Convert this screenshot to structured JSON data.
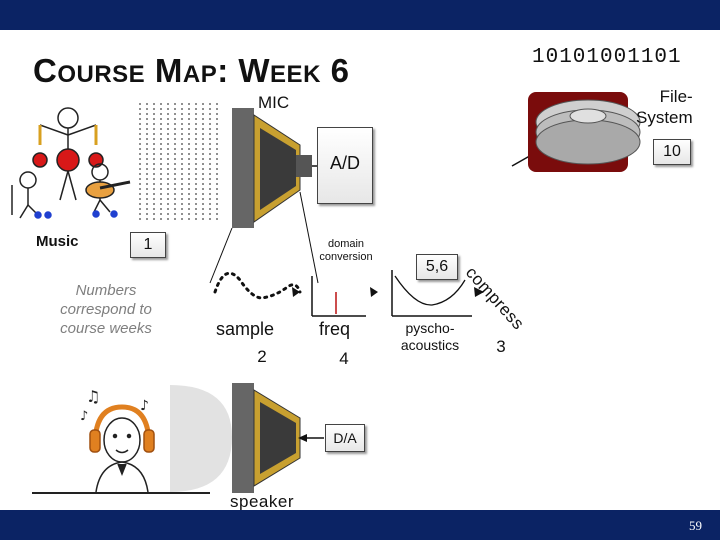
{
  "slide": {
    "title_parts": [
      {
        "big": "C",
        "small": "OURSE"
      },
      {
        "big": "M",
        "small": "AP"
      },
      {
        "big": ": ",
        "small": ""
      },
      {
        "big": "W",
        "small": "EEK"
      },
      {
        "big": " 6",
        "small": ""
      }
    ],
    "binary": "10101001101",
    "page_number": "59"
  },
  "labels": {
    "mic": "MIC",
    "filesystem_line1": "File-",
    "filesystem_line2": "System",
    "music": "Music",
    "ad": "A/D",
    "domain_line1": "domain",
    "domain_line2": "conversion",
    "sample": "sample",
    "freq": "freq",
    "psycho_line1": "pyscho-",
    "psycho_line2": "acoustics",
    "compress": "compress",
    "da": "D/A",
    "speaker": "speaker",
    "note": "Numbers correspond to course weeks"
  },
  "weeks": {
    "music": "1",
    "sample": "2",
    "compress": "3",
    "freq": "4",
    "psycho": "5,6",
    "filesystem": "10"
  }
}
